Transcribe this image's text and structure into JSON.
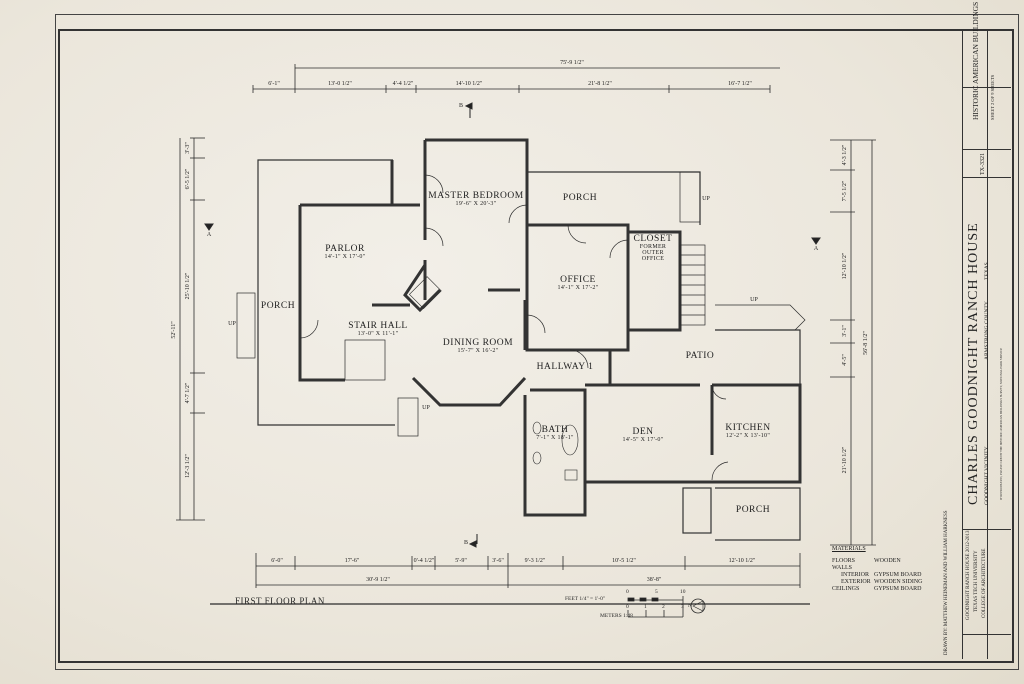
{
  "sheet": {
    "title": "FIRST FLOOR PLAN",
    "building": "CHARLES GOODNIGHT RANCH HOUSE",
    "county": "ARMSTRONG COUNTY",
    "vicinity": "GOODNIGHT VICINITY",
    "state": "TEXAS",
    "agency": "HISTORIC AMERICAN BUILDINGS SURVEY",
    "survey_no": "TX-3321",
    "sheet_no": "SHEET 2 OF 9 SHEETS",
    "drawn_by": "DRAWN BY: MATTHEW HEINEMAN AND WILLIAM HARKNESS",
    "project_lines": [
      "GOODNIGHT RANCH HOUSE 2012-2013",
      "TEXAS TECH UNIVERSITY",
      "COLLEGE OF ARCHITECTURE"
    ],
    "fine_print": "IF REPRODUCED, PLEASE CREDIT THE HISTORIC AMERICAN BUILDINGS SURVEY, NATIONAL PARK SERVICE"
  },
  "rooms": [
    {
      "name": "MASTER BEDROOM",
      "size": "19'-6\" x 20'-3\""
    },
    {
      "name": "PARLOR",
      "size": "14'-1\" x 17'-0\""
    },
    {
      "name": "PORCH",
      "size": ""
    },
    {
      "name": "STAIR HALL",
      "size": "13'-0\" x 11'-1\""
    },
    {
      "name": "DINING ROOM",
      "size": "15'-7\" x 16'-2\""
    },
    {
      "name": "PORCH",
      "size": ""
    },
    {
      "name": "CLOSET",
      "size": "FORMER OUTER OFFICE"
    },
    {
      "name": "OFFICE",
      "size": "14'-1\" x 17'-2\""
    },
    {
      "name": "HALLWAY 1",
      "size": ""
    },
    {
      "name": "PATIO",
      "size": ""
    },
    {
      "name": "BATH",
      "size": "7'-1\" x 18'-1\""
    },
    {
      "name": "DEN",
      "size": "14'-5\" x 17'-0\""
    },
    {
      "name": "KITCHEN",
      "size": "12'-2\" x 13'-10\""
    },
    {
      "name": "PORCH",
      "size": ""
    }
  ],
  "stair_labels": [
    "UP",
    "UP",
    "UP",
    "UP"
  ],
  "section_markers": [
    "B",
    "A",
    "B",
    "A"
  ],
  "dimensions": {
    "top_overall": "75'-9 1/2\"",
    "top": [
      "6'-1\"",
      "13'-0 1/2\"",
      "4'-4 1/2\"",
      "14'-10 1/2\"",
      "21'-8 1/2\"",
      "16'-7 1/2\""
    ],
    "bottom": [
      "6'-0\"",
      "17'-6\"",
      "0'-4 1/2\"",
      "5'-9\"",
      "3'-6\"",
      "9'-3 1/2\"",
      "10'-5 1/2\"",
      "12'-10 1/2\""
    ],
    "bottom_overall": [
      "30'-9 1/2\"",
      "38'-8\""
    ],
    "left_overall": "52'-11\"",
    "left": [
      "3'-3\"",
      "6'-5 1/2\"",
      "25'-10 1/2\"",
      "4'-7 1/2\"",
      "12'-3 1/2\""
    ],
    "right_overall": "56'-8 1/2\"",
    "right": [
      "4'-3 1/2\"",
      "7'-5 1/2\"",
      "12'-10 1/2\"",
      "3'-1\"",
      "4'-5\"",
      "21'-10 1/2\""
    ]
  },
  "materials": {
    "heading": "MATERIALS",
    "rows": [
      {
        "k": "FLOORS",
        "v": "WOODEN"
      },
      {
        "k": "WALLS",
        "v": ""
      },
      {
        "k": "  INTERIOR",
        "v": "GYPSUM BOARD"
      },
      {
        "k": "  EXTERIOR",
        "v": "WOODEN SIDING"
      },
      {
        "k": "CEILINGS",
        "v": "GYPSUM BOARD"
      }
    ]
  },
  "scale": {
    "feet": "FEET  1/4\" = 1'-0\"",
    "feet_ticks": [
      "0",
      "5",
      "10"
    ],
    "meters": "METERS 1:48",
    "meter_ticks": [
      "0",
      "1",
      "2",
      "3"
    ],
    "north": "N"
  }
}
